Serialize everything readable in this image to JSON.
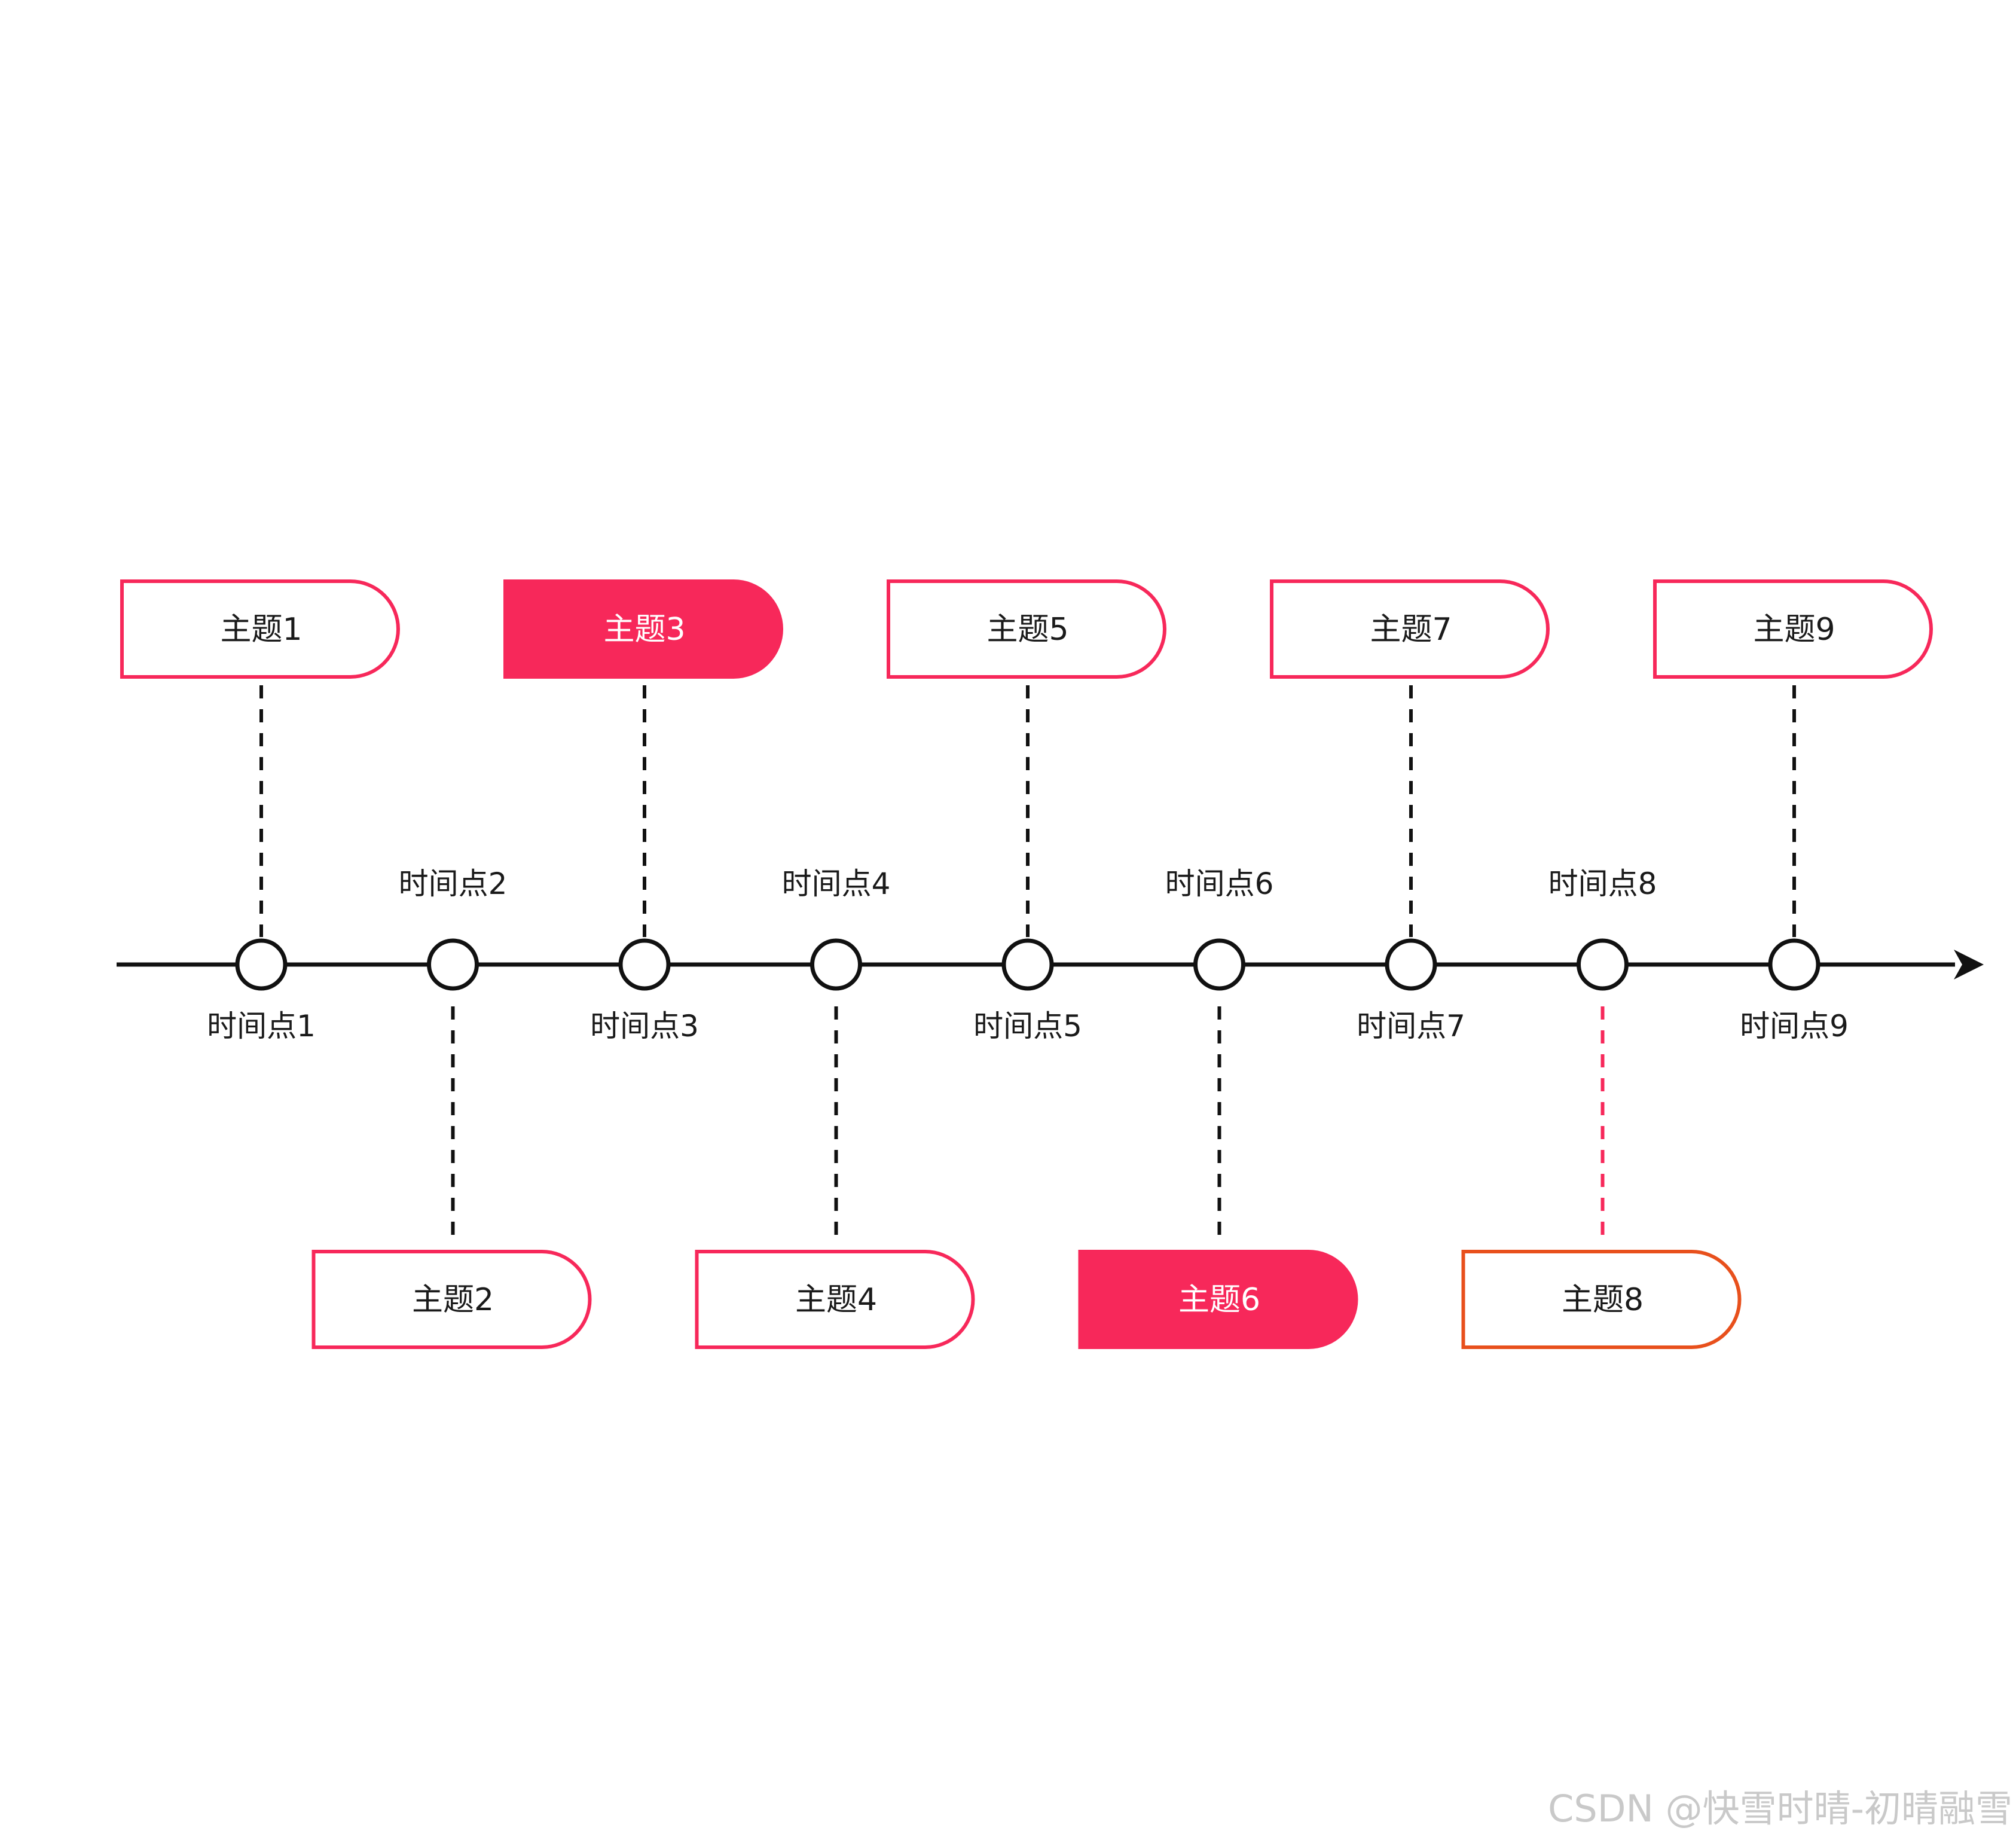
{
  "colors": {
    "accent": "#f7285a",
    "alt_border": "#e8501c",
    "axis": "#111111",
    "node_fill": "#ffffff",
    "text_dark": "#1a1a1a",
    "text_light": "#ffffff"
  },
  "timeline": {
    "points": [
      {
        "time_label": "时间点1",
        "topic_label": "主题1",
        "side": "top",
        "filled": false,
        "border": "accent",
        "connector": "dark"
      },
      {
        "time_label": "时间点2",
        "topic_label": "主题2",
        "side": "bottom",
        "filled": false,
        "border": "accent",
        "connector": "dark"
      },
      {
        "time_label": "时间点3",
        "topic_label": "主题3",
        "side": "top",
        "filled": true,
        "border": "accent",
        "connector": "dark"
      },
      {
        "time_label": "时间点4",
        "topic_label": "主题4",
        "side": "bottom",
        "filled": false,
        "border": "accent",
        "connector": "dark"
      },
      {
        "time_label": "时间点5",
        "topic_label": "主题5",
        "side": "top",
        "filled": false,
        "border": "accent",
        "connector": "dark"
      },
      {
        "time_label": "时间点6",
        "topic_label": "主题6",
        "side": "bottom",
        "filled": true,
        "border": "accent",
        "connector": "dark"
      },
      {
        "time_label": "时间点7",
        "topic_label": "主题7",
        "side": "top",
        "filled": false,
        "border": "accent",
        "connector": "dark"
      },
      {
        "time_label": "时间点8",
        "topic_label": "主题8",
        "side": "bottom",
        "filled": false,
        "border": "alt_border",
        "connector": "accent"
      },
      {
        "time_label": "时间点9",
        "topic_label": "主题9",
        "side": "top",
        "filled": false,
        "border": "accent",
        "connector": "dark"
      }
    ]
  },
  "watermark": "CSDN @快雪时晴-初晴融雪"
}
